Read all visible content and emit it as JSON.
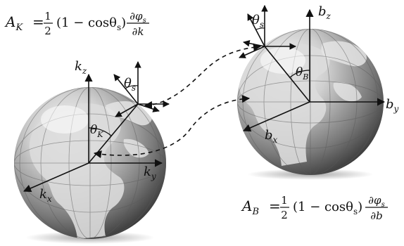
{
  "equations": {
    "a_k": {
      "lhs": "A",
      "lhs_sub": "K",
      "eq": "=",
      "half_num": "1",
      "half_den": "2",
      "factor": "(1 − cosθ",
      "factor_sub": "s",
      "factor_close": ")",
      "frac_num": "∂φ",
      "frac_num_sub": "s",
      "frac_den": "∂k"
    },
    "a_b": {
      "lhs": "A",
      "lhs_sub": "B",
      "eq": "=",
      "half_num": "1",
      "half_den": "2",
      "factor": "(1 − cosθ",
      "factor_sub": "s",
      "factor_close": ")",
      "frac_num": "∂φ",
      "frac_num_sub": "s",
      "frac_den": "∂b"
    }
  },
  "left_globe": {
    "axis_z": "k",
    "axis_z_sub": "z",
    "axis_y": "k",
    "axis_y_sub": "y",
    "axis_x": "k",
    "axis_x_sub": "x",
    "angle_s": "θ",
    "angle_s_sub": "s",
    "angle_k": "θ",
    "angle_k_sub": "K"
  },
  "right_globe": {
    "axis_z": "b",
    "axis_z_sub": "z",
    "axis_y": "b",
    "axis_y_sub": "y",
    "axis_x": "b",
    "axis_x_sub": "x",
    "angle_s": "θ",
    "angle_s_sub": "s",
    "angle_b": "θ",
    "angle_b_sub": "B"
  },
  "colors": {
    "globe_light": "#f2f2f2",
    "globe_mid": "#a8a8a8",
    "globe_dark": "#3a3a3a",
    "land": "#d9d9d9",
    "ink": "#111111"
  }
}
